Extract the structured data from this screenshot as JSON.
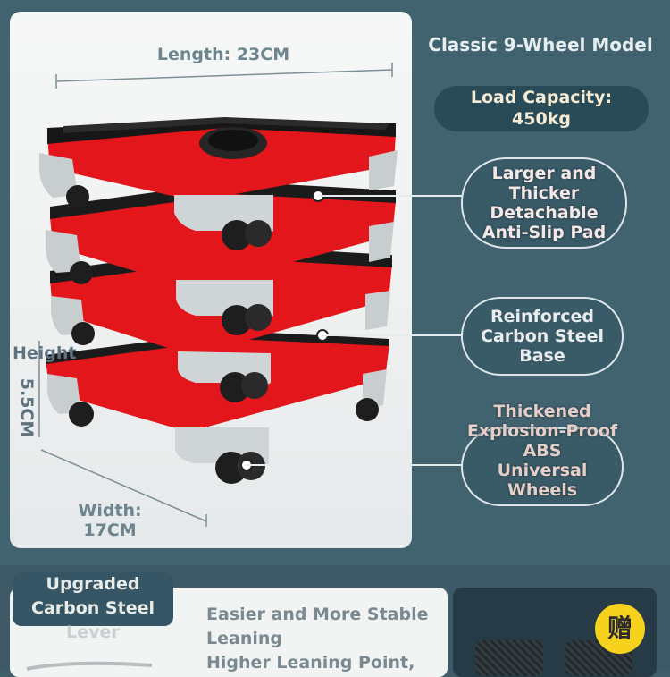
{
  "dimensions": {
    "length": "Length: 23CM",
    "height_top": "Height",
    "height_value": "5.5CM",
    "width_line1": "Width:",
    "width_line2": "17CM"
  },
  "header": {
    "title": "Classic 9-Wheel Model",
    "load_line1": "Load Capacity:",
    "load_line2": "450kg"
  },
  "features": [
    {
      "lines": [
        "Larger and",
        "Thicker",
        "Detachable",
        "Anti-Slip Pad"
      ]
    },
    {
      "lines": [
        "Reinforced",
        "Carbon Steel",
        "Base"
      ]
    },
    {
      "lines": [
        "Thickened",
        "Explosion-Proof",
        "ABS",
        "Universal",
        "Wheels"
      ]
    }
  ],
  "bottom": {
    "lever_line1": "Upgraded",
    "lever_line2": "Carbon Steel",
    "lever_line3": "Lever",
    "lean_line1": "Easier and More Stable",
    "lean_line2": "Leaning",
    "lean_line3": "Higher Leaning Point,",
    "gift_badge": "赠"
  },
  "colors": {
    "background": "#416370",
    "accent_red": "#e3161b",
    "plate_black": "#1b1b1b",
    "gift_yellow": "#f6d21c"
  }
}
